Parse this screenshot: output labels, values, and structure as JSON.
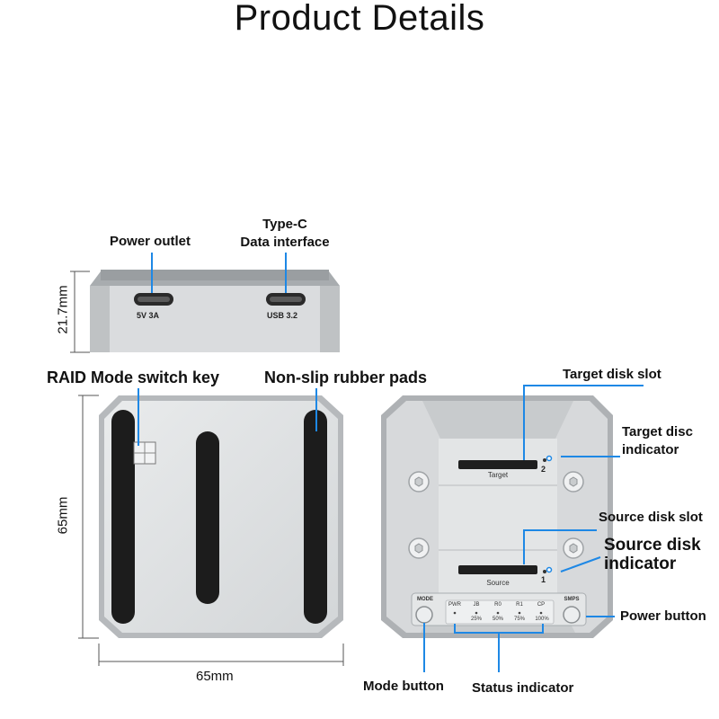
{
  "title": "Product Details",
  "top_view": {
    "power_outlet_label": "Power outlet",
    "typec_label_line1": "Type-C",
    "typec_label_line2": "Data interface",
    "port1_text": "5V 3A",
    "port2_text": "USB 3.2",
    "height_dim": "21.7mm"
  },
  "bottom_view": {
    "raid_label": "RAID Mode switch key",
    "pads_label": "Non-slip rubber pads",
    "height_dim": "65mm",
    "width_dim": "65mm"
  },
  "front_view": {
    "target_slot_label": "Target disk slot",
    "target_indicator_line1": "Target disc",
    "target_indicator_line2": "indicator",
    "source_slot_label": "Source disk slot",
    "source_indicator_line1": "Source disk",
    "source_indicator_line2": "indicator",
    "power_button_label": "Power button",
    "mode_button_label": "Mode button",
    "status_indicator_label": "Status indicator",
    "slot_target_text": "Target",
    "slot_source_text": "Source",
    "slot_target_num": "2",
    "slot_source_num": "1",
    "mode_text": "MODE",
    "smps_text": "SMPS",
    "status_top": [
      "PWR",
      "JB",
      "R0",
      "R1",
      "CP"
    ],
    "status_bottom": [
      "25%",
      "50%",
      "75%",
      "100%"
    ]
  },
  "colors": {
    "leader_line": "#1e88e5",
    "device_body": "#d9dbdd",
    "device_edge": "#b7babd",
    "pad": "#1c1c1c"
  }
}
